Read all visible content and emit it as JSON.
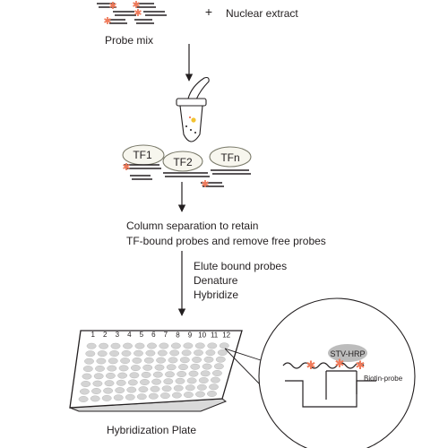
{
  "step1": {
    "probe_mix": "Probe mix",
    "plus": "+",
    "nuclear_extract": "Nuclear extract"
  },
  "complexes": {
    "tf1": "TF1",
    "tf2": "TF2",
    "tfn": "TFn"
  },
  "step2": {
    "line1": "Column separation to retain",
    "line2": "TF-bound probes and remove free probes"
  },
  "step3": {
    "line1": "Elute bound probes",
    "line2": "Denature",
    "line3": "Hybridize"
  },
  "plate": {
    "column_numbers": [
      "1",
      "2",
      "3",
      "4",
      "5",
      "6",
      "7",
      "8",
      "9",
      "10",
      "11",
      "12"
    ],
    "label": "Hybridization Plate"
  },
  "detail": {
    "stv_hrp": "STV-HRP",
    "biotin_probe": "Biotin-probe"
  },
  "colors": {
    "ink": "#231f20",
    "biotin_star": "#f07a5a",
    "oval_fill": "#f7f6ee",
    "stv_fill": "#bcbcbc"
  }
}
